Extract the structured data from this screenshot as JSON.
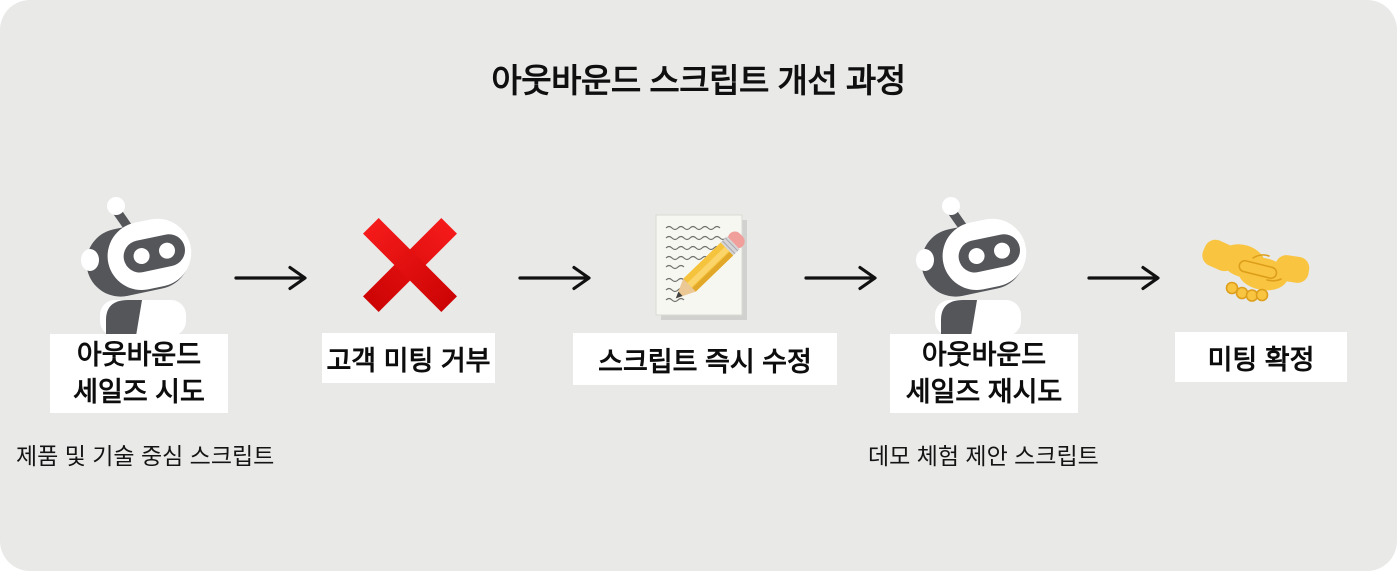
{
  "title": "아웃바운드 스크립트 개선 과정",
  "flow": {
    "connector": "arrow-right",
    "steps": [
      {
        "icon": "robot",
        "label_lines": [
          "아웃바운드",
          "세일즈 시도"
        ],
        "sublabel": "제품 및 기술 중심 스크립트"
      },
      {
        "icon": "x-mark",
        "label_lines": [
          "고객 미팅 거부"
        ]
      },
      {
        "icon": "memo-pencil",
        "label_lines": [
          "스크립트 즉시 수정"
        ]
      },
      {
        "icon": "robot",
        "label_lines": [
          "아웃바운드",
          "세일즈 재시도"
        ],
        "sublabel": "데모 체험 제안 스크립트"
      },
      {
        "icon": "handshake",
        "label_lines": [
          "미팅 확정"
        ]
      }
    ]
  },
  "colors": {
    "background": "#e9e9e8",
    "label_panel": "#ffffff",
    "text": "#0d0d0d",
    "arrow": "#111111",
    "x_mark_red": "#e21010",
    "robot_gray": "#54565a",
    "pencil_yellow": "#f5c33c",
    "handshake_yellow": "#f9c440"
  }
}
